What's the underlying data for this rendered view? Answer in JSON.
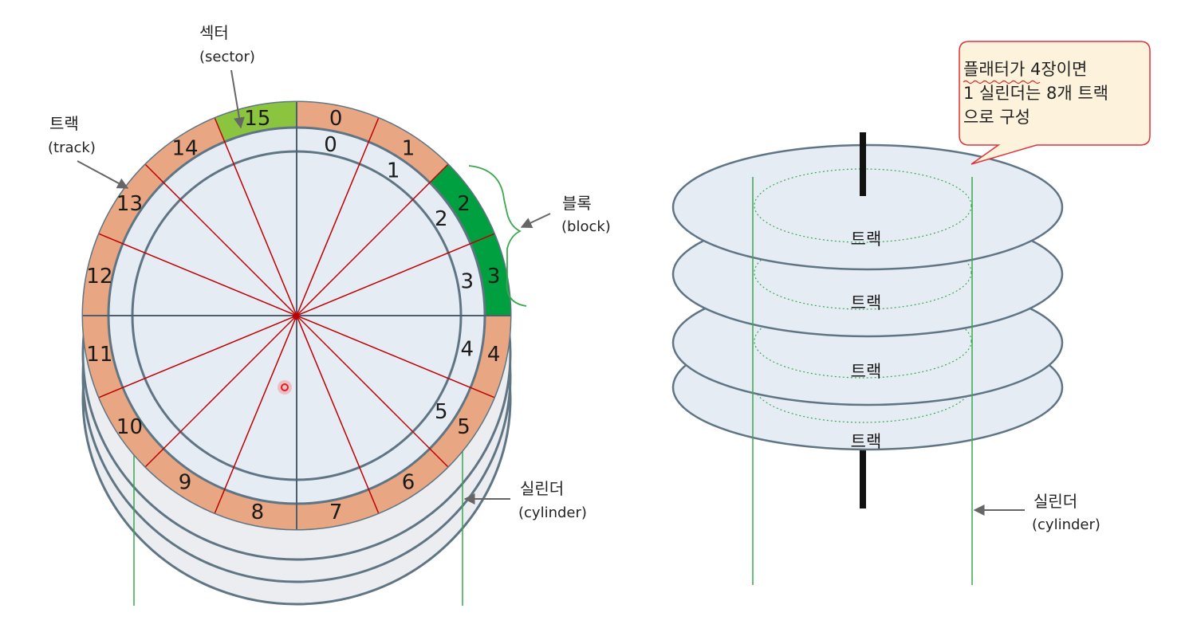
{
  "disk": {
    "sector_label_ko": "섹터",
    "sector_label_en": "(sector)",
    "track_label_ko": "트랙",
    "track_label_en": "(track)",
    "block_label_ko": "블록",
    "block_label_en": "(block)",
    "cylinder_label_ko": "실린더",
    "cylinder_label_en": "(cylinder)",
    "outer_numbers": [
      "0",
      "1",
      "2",
      "3",
      "4",
      "5",
      "6",
      "7",
      "8",
      "9",
      "10",
      "11",
      "12",
      "13",
      "14",
      "15"
    ],
    "inner_numbers": [
      "0",
      "1",
      "2",
      "3",
      "4",
      "5"
    ]
  },
  "stack": {
    "callout_line1": "플래터가 4장이면",
    "callout_line2": "1 실린더는 8개 트랙",
    "callout_line3": "으로 구성",
    "track_labels": [
      "트랙",
      "트랙",
      "트랙",
      "트랙"
    ],
    "cylinder_label_ko": "실린더",
    "cylinder_label_en": "(cylinder)"
  },
  "colors": {
    "sector_fill": "#e8a782",
    "block_fill": "#00a040",
    "selected_sector": "#8bc540",
    "platter_fill": "#e6ecf4",
    "platter_stroke": "#5f7584",
    "spoke": "#c00000",
    "cylinder_line": "#3aa84f",
    "callout_fill": "#fdf3dc",
    "callout_stroke": "#e0303a"
  }
}
